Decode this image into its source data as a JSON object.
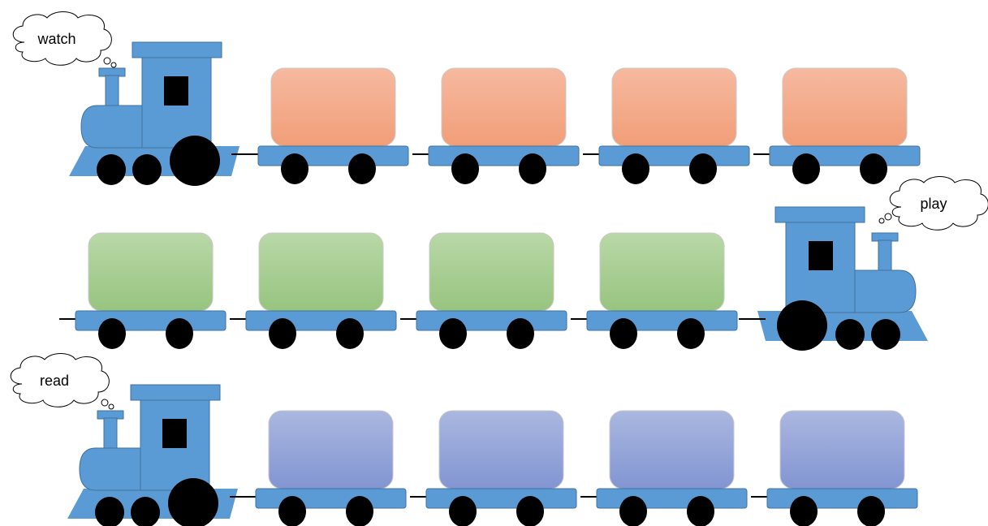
{
  "trains": [
    {
      "id": "watch",
      "word": "watch",
      "direction": "right",
      "car_color": "#f4a582",
      "car_count": 4
    },
    {
      "id": "play",
      "word": "play",
      "direction": "left",
      "car_color": "#a9d18e",
      "car_count": 4
    },
    {
      "id": "read",
      "word": "read",
      "direction": "right",
      "car_color": "#8fa2d6",
      "car_count": 4
    }
  ],
  "colors": {
    "engine": "#5b9bd5",
    "engine_stroke": "#41719c",
    "wheel": "#000000",
    "window": "#000000"
  }
}
